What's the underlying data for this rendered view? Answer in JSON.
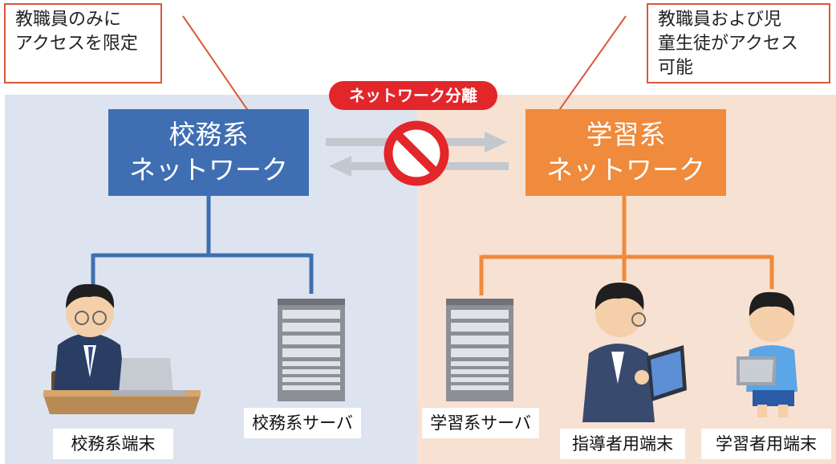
{
  "callouts": {
    "left": "教職員のみに\nアクセスを限定",
    "right": "教職員および児\n童生徒がアクセス\n可能"
  },
  "separation_label": "ネットワーク分離",
  "networks": {
    "admin": {
      "line1": "校務系",
      "line2": "ネットワーク"
    },
    "learning": {
      "line1": "学習系",
      "line2": "ネットワーク"
    }
  },
  "devices": {
    "admin_terminal": "校務系端末",
    "admin_server": "校務系サーバ",
    "learning_server": "学習系サーバ",
    "teacher_terminal": "指導者用端末",
    "student_terminal": "学習者用端末"
  },
  "icons": [
    "teacher-with-laptop-icon",
    "server-icon",
    "teacher-with-tablet-icon",
    "student-with-tablet-icon",
    "prohibited-icon"
  ],
  "colors": {
    "admin_blue": "#3f6fb2",
    "learning_orange": "#f08a3c",
    "callout_border": "#d9583a",
    "prohibit_red": "#e2262a"
  }
}
